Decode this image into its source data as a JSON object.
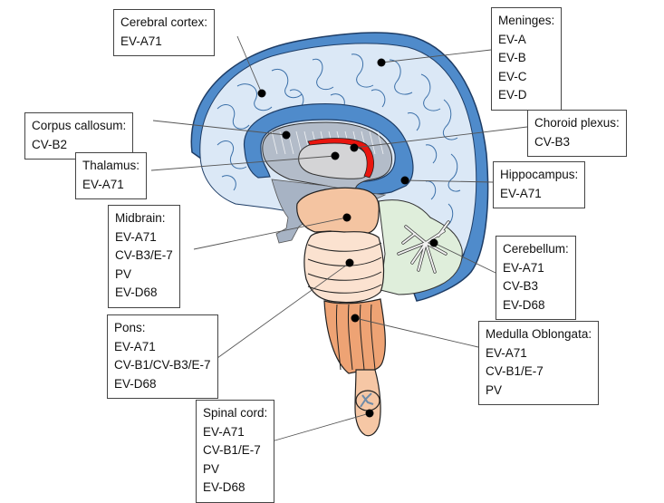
{
  "diagram": {
    "title": "Sagittal brain section with enterovirus tropism by region",
    "colors": {
      "meninges": "#4f8bcb",
      "cortex": "#dbe8f6",
      "sulci": "#3a6fa8",
      "ventricle": "#4f8bcb",
      "corpus_callosum": "#b3bcc9",
      "thalamus": "#d4d4d6",
      "choroid_plexus": "#e8150e",
      "midbrain": "#f4c4a1",
      "pons": "#fbe2d0",
      "medulla": "#eea374",
      "spinal_cord": "#f6c7a5",
      "cerebellum": "#dfeedb",
      "brainstem_gray": "#a7b3c4",
      "leader_line": "#555555"
    },
    "labels": [
      {
        "id": "cerebral-cortex",
        "title": "Cerebral cortex:",
        "viruses": [
          "EV-A71"
        ]
      },
      {
        "id": "meninges",
        "title": "Meninges:",
        "viruses": [
          "EV-A",
          "EV-B",
          "EV-C",
          "EV-D"
        ]
      },
      {
        "id": "corpus-callosum",
        "title": "Corpus callosum:",
        "viruses": [
          "CV-B2"
        ]
      },
      {
        "id": "choroid-plexus",
        "title": "Choroid plexus:",
        "viruses": [
          "CV-B3"
        ]
      },
      {
        "id": "thalamus",
        "title": "Thalamus:",
        "viruses": [
          "EV-A71"
        ]
      },
      {
        "id": "hippocampus",
        "title": "Hippocampus:",
        "viruses": [
          "EV-A71"
        ]
      },
      {
        "id": "midbrain",
        "title": "Midbrain:",
        "viruses": [
          "EV-A71",
          "CV-B3/E-7",
          "PV",
          "EV-D68"
        ]
      },
      {
        "id": "cerebellum",
        "title": "Cerebellum:",
        "viruses": [
          "EV-A71",
          "CV-B3",
          "EV-D68"
        ]
      },
      {
        "id": "pons",
        "title": "Pons:",
        "viruses": [
          "EV-A71",
          "CV-B1/CV-B3/E-7",
          "EV-D68"
        ]
      },
      {
        "id": "medulla-oblongata",
        "title": "Medulla Oblongata:",
        "viruses": [
          "EV-A71",
          "CV-B1/E-7",
          "PV"
        ]
      },
      {
        "id": "spinal-cord",
        "title": "Spinal cord:",
        "viruses": [
          "EV-A71",
          "CV-B1/E-7",
          "PV",
          "EV-D68"
        ]
      }
    ]
  }
}
